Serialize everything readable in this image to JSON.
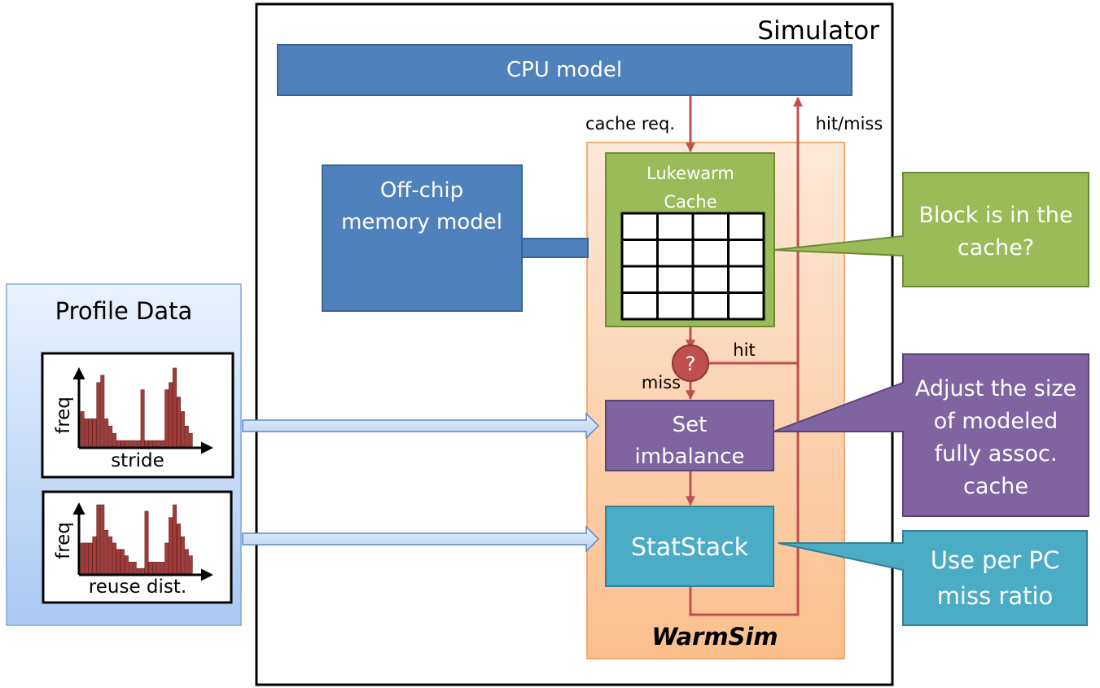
{
  "simulator": {
    "label": "Simulator"
  },
  "cpu_model": {
    "label": "CPU model"
  },
  "offchip": {
    "line1": "Off-chip",
    "line2": "memory model"
  },
  "lukewarm_cache": {
    "line1": "Lukewarm",
    "line2": "Cache"
  },
  "edges": {
    "cache_req": "cache req.",
    "hit_miss": "hit/miss",
    "hit": "hit",
    "miss": "miss"
  },
  "decision": {
    "label": "?"
  },
  "set_imbalance": {
    "line1": "Set",
    "line2": "imbalance"
  },
  "statstack": {
    "label": "StatStack"
  },
  "warmsim": {
    "label": "WarmSim"
  },
  "profile": {
    "title": "Profile Data",
    "stride_plot": {
      "y_label": "freq",
      "x_label": "stride",
      "values": [
        5,
        4,
        4,
        4,
        9,
        10,
        4,
        3,
        2,
        1,
        1,
        1,
        1,
        1,
        1,
        8,
        1,
        1,
        1,
        1,
        1,
        8,
        9,
        11,
        7,
        5,
        3,
        2
      ]
    },
    "reuse_plot": {
      "y_label": "freq",
      "x_label": "reuse dist.",
      "values": [
        5,
        5,
        5,
        6,
        11,
        11,
        7,
        6,
        5,
        4,
        4,
        3,
        2,
        2,
        1,
        1,
        10,
        2,
        2,
        2,
        2,
        5,
        9,
        11,
        8,
        6,
        4,
        3
      ]
    }
  },
  "callouts": {
    "green": {
      "line1": "Block is in the",
      "line2": "cache?"
    },
    "purple": {
      "line1": "Adjust the size",
      "line2": "of modeled",
      "line3": "fully assoc.",
      "line4": "cache"
    },
    "teal": {
      "line1": "Use per PC",
      "line2": "miss ratio"
    }
  },
  "colors": {
    "blue": "#4f81bd",
    "blue_border": "#3a6593",
    "green": "#9bbb59",
    "green_border": "#6d8b36",
    "purple": "#8064a2",
    "purple_border": "#5b4476",
    "teal": "#4bacc6",
    "teal_border": "#357f94",
    "red": "#c0504d",
    "bar": "#a33d3a"
  }
}
